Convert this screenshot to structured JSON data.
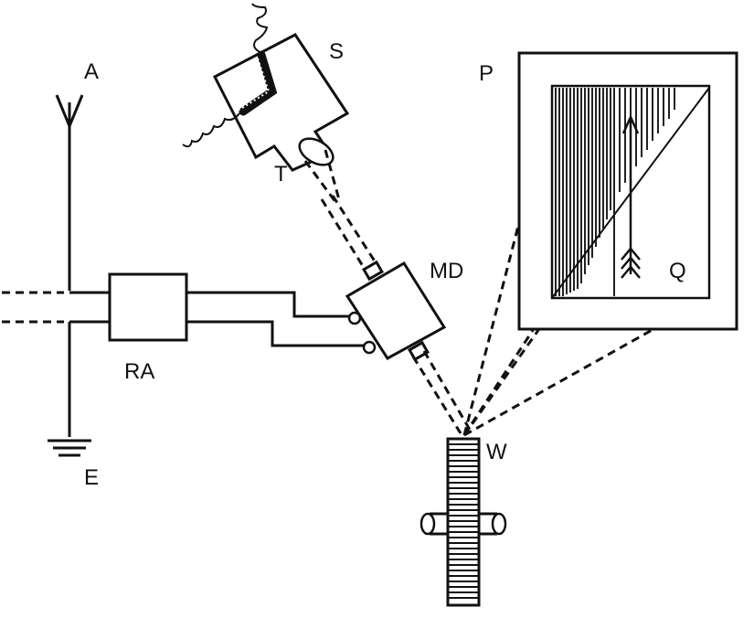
{
  "labels": {
    "antenna": "A",
    "earth": "E",
    "receiver": "RA",
    "source": "S",
    "lens": "T",
    "modulator": "MD",
    "screen": "P",
    "image": "Q",
    "wheel": "W"
  },
  "colors": {
    "ink": "#111111",
    "paper": "#ffffff"
  }
}
